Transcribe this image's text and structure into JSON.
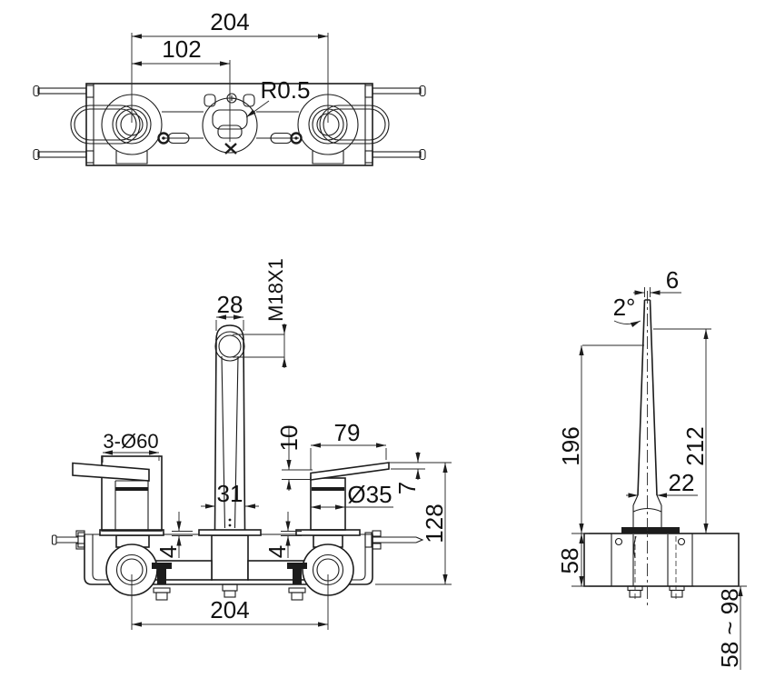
{
  "meta": {
    "background": "#ffffff",
    "ink": "#1c1c1c",
    "drawing_type": "faucet installation dimension drawing"
  },
  "top_view": {
    "dim_spacing_outer": "204",
    "dim_spacing_center": "102",
    "dim_radius": "R0.5"
  },
  "front_view": {
    "dim_spout_top_width": "28",
    "dim_thread": "M18X1",
    "dim_escutcheons": "3-Ø60",
    "dim_handle_length": "79",
    "dim_handle_root_height": "10",
    "dim_spout_base_width": "31",
    "dim_sleeve_diameter": "Ø35",
    "dim_handle_tip_height": "7",
    "dim_overall_height": "128",
    "dim_gap_left": "4",
    "dim_gap_right": "4",
    "dim_valve_spacing": "204"
  },
  "side_view": {
    "dim_spout_tip_width": "6",
    "dim_taper_angle": "2°",
    "dim_spout_height": "196",
    "dim_overall_height": "212",
    "dim_spout_base_width": "22",
    "dim_body_height": "58",
    "dim_wall_depth_range": "58 ~ 98"
  }
}
